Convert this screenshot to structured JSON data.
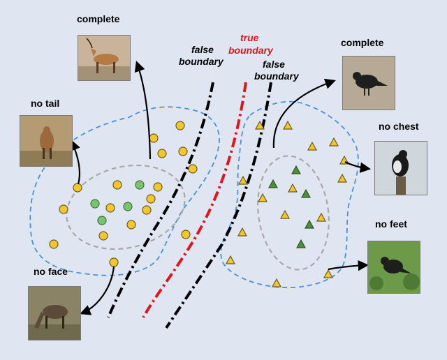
{
  "labels": {
    "complete_top": "complete",
    "no_tail": "no tail",
    "no_face": "no face",
    "complete_right": "complete",
    "no_chest": "no chest",
    "no_feet": "no feet",
    "false_boundary_1_line1": "false",
    "false_boundary_1_line2": "boundary",
    "true_boundary_line1": "true",
    "true_boundary_line2": "boundary",
    "false_boundary_2_line1": "false",
    "false_boundary_2_line2": "boundary"
  },
  "thumbnails": {
    "antelope_complete": "antelope-photo",
    "antelope_no_tail": "antelope-photo",
    "antelope_no_face": "antelope-photo",
    "bird_complete": "bird-photo",
    "bird_no_chest": "bird-photo",
    "bird_no_feet": "bird-photo"
  },
  "colors": {
    "background": "#dfe6f1",
    "yellow_point": "#f2c62f",
    "green_point": "#79c46c",
    "triangle_yellow": "#f2c62f",
    "triangle_green": "#4f8f3c",
    "cluster_outline": "#4a90d9",
    "inner_cluster_outline": "#a8a8a8",
    "true_boundary": "#e0141c",
    "false_boundary": "#000000"
  }
}
